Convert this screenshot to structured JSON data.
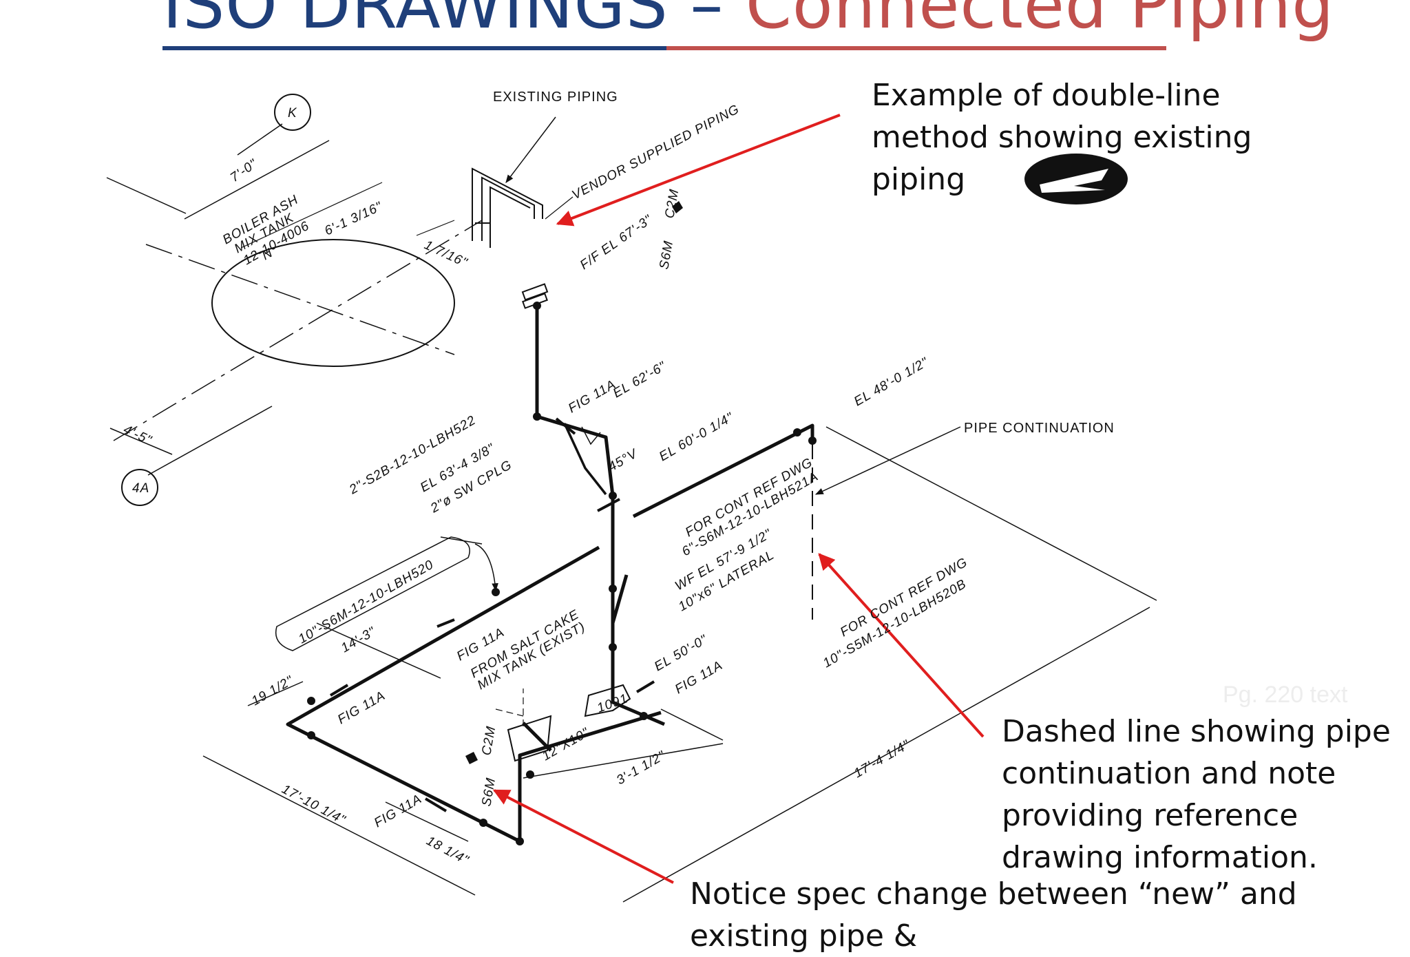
{
  "title": {
    "part1": "ISO DRAWINGS – ",
    "part2": "Connected Piping",
    "color1": "#1f3f7a",
    "color2": "#c0504d"
  },
  "callouts": {
    "existing": "Example of double-line method showing existing piping",
    "dashed": "Dashed line showing pipe continuation and note providing reference drawing information.",
    "spec": "Notice spec change between “new” and existing pipe &"
  },
  "page_note": "Pg. 220 text",
  "drawing": {
    "existing_piping": "EXISTING PIPING",
    "vendor_supplied": "VENDOR SUPPLIED PIPING",
    "pipe_continuation": "PIPE CONTINUATION",
    "grid_k": "K",
    "grid_4a": "4A",
    "dim_7_0": "7'-0\"",
    "dim_4_5": "4'-5\"",
    "dim_6_1": "6'-1 3/16\"",
    "dim_1_7_16": "1 7/16\"",
    "tank1": "BOILER ASH",
    "tank2": "MIX TANK",
    "tank3": "12-10-4006",
    "tank_n": "N",
    "ff_el": "F/F EL 67'-3\"",
    "c2m": "C2M",
    "s6m": "S6M",
    "fig11a": "FIG 11A",
    "el62": "EL 62'-6\"",
    "el60": "EL 60'-0 1/4\"",
    "el48": "EL 48'-0 1/2\"",
    "el50": "EL 50'-0\"",
    "deg45": "45°V",
    "line_2in": "2\"-S2B-12-10-LBH522",
    "el63": "EL 63'-4 3/8\"",
    "sw_cplg": "2\"ø SW CPLG",
    "cont1a": "FOR CONT REF DWG",
    "cont1b": "6\"-S6M-12-10-LBH521A",
    "wf1": "WF EL 57'-9 1/2\"",
    "wf2": "10\"x6\" LATERAL",
    "line_10in": "10\"-S6M-12-10-LBH520",
    "dim_14_3": "14'-3\"",
    "dim_19_half": "19 1/2\"",
    "salt1": "FROM SALT CAKE",
    "salt2": "MIX TANK (EXIST)",
    "cont2a": "FOR CONT REF DWG",
    "cont2b": "10\"-S5M-12-10-LBH520B",
    "ref_1091": "1091",
    "red_12x10": "12\"X10\"",
    "dim_3_1": "3'-1 1/2\"",
    "dim_17_10": "17'-10 1/4\"",
    "dim_18": "18 1/4\"",
    "dim_17_4": "17'-4 1/4\""
  }
}
